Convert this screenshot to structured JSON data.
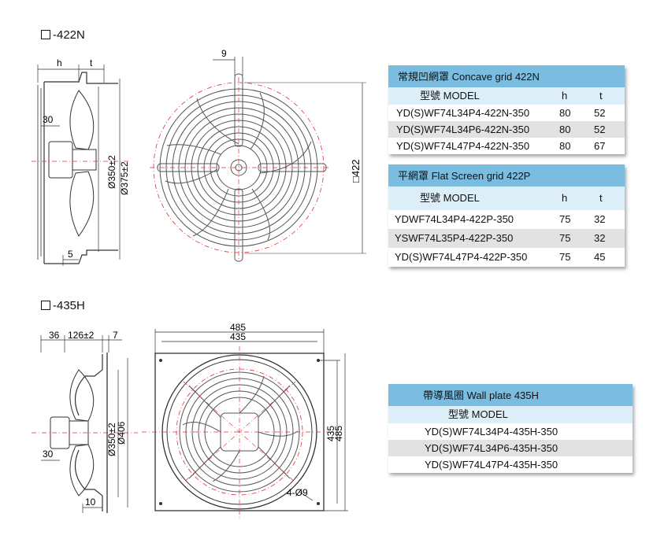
{
  "sections": {
    "s422n": {
      "title": "-422N"
    },
    "s435h": {
      "title": "-435H"
    }
  },
  "dims_422n": {
    "h": "h",
    "t": "t",
    "d30": "30",
    "d5": "5",
    "d350": "Ø350±2",
    "d375": "Ø375±2",
    "d9": "9",
    "sq422": "□422"
  },
  "dims_435h": {
    "d36": "36",
    "d126": "126±2",
    "d7": "7",
    "d30": "30",
    "d10": "10",
    "d350": "Ø350±2",
    "d406": "Ø406",
    "w485": "485",
    "w435": "435",
    "v435": "435",
    "v485": "485",
    "holes": "4-Ø9"
  },
  "table_422n": {
    "title": "常規凹網罩  Concave grid  422N",
    "col_model": "型號  MODEL",
    "col_h": "h",
    "col_t": "t",
    "rows": [
      {
        "model": "YD(S)WF74L34P4-422N-350",
        "h": "80",
        "t": "52"
      },
      {
        "model": "YD(S)WF74L34P6-422N-350",
        "h": "80",
        "t": "52"
      },
      {
        "model": "YD(S)WF74L47P4-422N-350",
        "h": "80",
        "t": "67"
      }
    ]
  },
  "table_422p": {
    "title": "平網罩  Flat Screen grid   422P",
    "col_model": "型號  MODEL",
    "col_h": "h",
    "col_t": "t",
    "rows": [
      {
        "model": "YDWF74L34P4-422P-350",
        "h": "75",
        "t": "32"
      },
      {
        "model": "YSWF74L35P4-422P-350",
        "h": "75",
        "t": "32"
      },
      {
        "model": "YD(S)WF74L47P4-422P-350",
        "h": "75",
        "t": "45"
      }
    ]
  },
  "table_435h": {
    "title": "帶導風圈   Wall plate  435H",
    "col_model": "型號  MODEL",
    "rows": [
      {
        "model": "YD(S)WF74L34P4-435H-350"
      },
      {
        "model": "YD(S)WF74L34P6-435H-350"
      },
      {
        "model": "YD(S)WF74L47P4-435H-350"
      }
    ]
  },
  "colors": {
    "header": "#7bbde0",
    "subheader": "#dceef8",
    "alt_row": "#e2e2e2",
    "centerline": "#e0303a"
  }
}
